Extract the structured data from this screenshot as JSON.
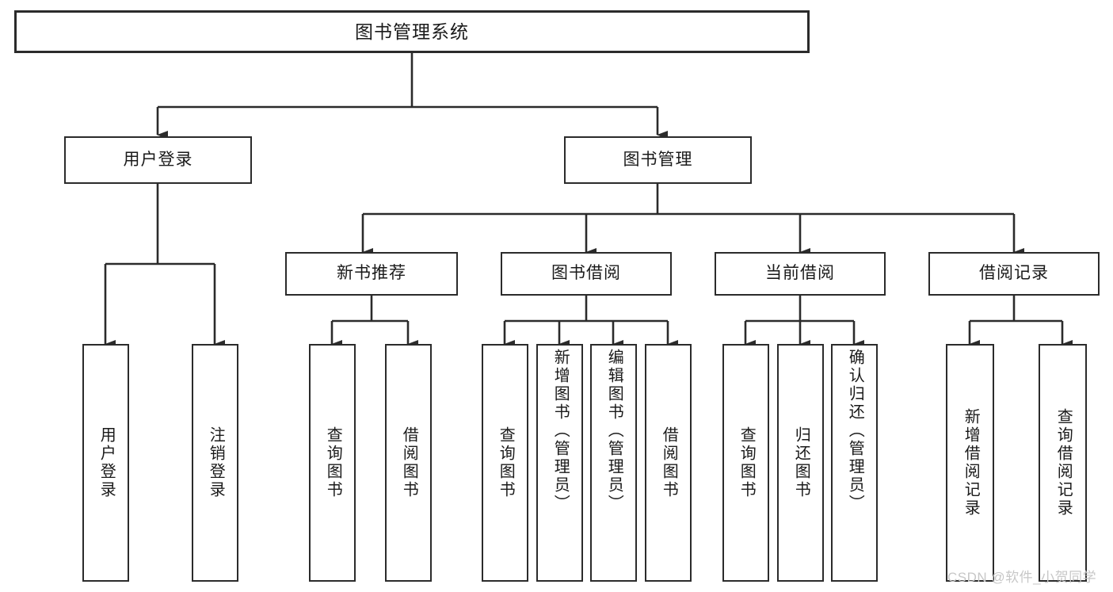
{
  "diagram": {
    "title": "图书管理系统",
    "type": "tree-hierarchy-chart",
    "nodes": {
      "root": {
        "label": "图书管理系统",
        "level": 0
      },
      "l1_0": {
        "label": "用户登录",
        "level": 1
      },
      "l1_1": {
        "label": "图书管理",
        "level": 1
      },
      "l2_0": {
        "label": "新书推荐",
        "level": 2
      },
      "l2_1": {
        "label": "图书借阅",
        "level": 2
      },
      "l2_2": {
        "label": "当前借阅",
        "level": 2
      },
      "l2_3": {
        "label": "借阅记录",
        "level": 2
      },
      "leaf_0": {
        "label": "用户登录",
        "level": 3
      },
      "leaf_1": {
        "label": "注销登录",
        "level": 3
      },
      "leaf_2": {
        "label": "查询图书",
        "level": 3
      },
      "leaf_3": {
        "label": "借阅图书",
        "level": 3
      },
      "leaf_4": {
        "label": "查询图书",
        "level": 3
      },
      "leaf_5": {
        "label": "新增图书（管理员）",
        "level": 3
      },
      "leaf_6": {
        "label": "编辑图书（管理员）",
        "level": 3
      },
      "leaf_7": {
        "label": "借阅图书",
        "level": 3
      },
      "leaf_8": {
        "label": "查询图书",
        "level": 3
      },
      "leaf_9": {
        "label": "归还图书",
        "level": 3
      },
      "leaf_10": {
        "label": "确认归还（管理员）",
        "level": 3
      },
      "leaf_11": {
        "label": "新增借阅记录",
        "level": 3
      },
      "leaf_12": {
        "label": "查询借阅记录",
        "level": 3
      }
    },
    "colors": {
      "border": "#2b2b2b",
      "fill": "#ffffff",
      "text": "#1a1a1a",
      "edge": "#2b2b2b",
      "watermark": "#c7c7c7"
    }
  },
  "watermark": {
    "text": "CSDN @软件_小贺同学"
  }
}
